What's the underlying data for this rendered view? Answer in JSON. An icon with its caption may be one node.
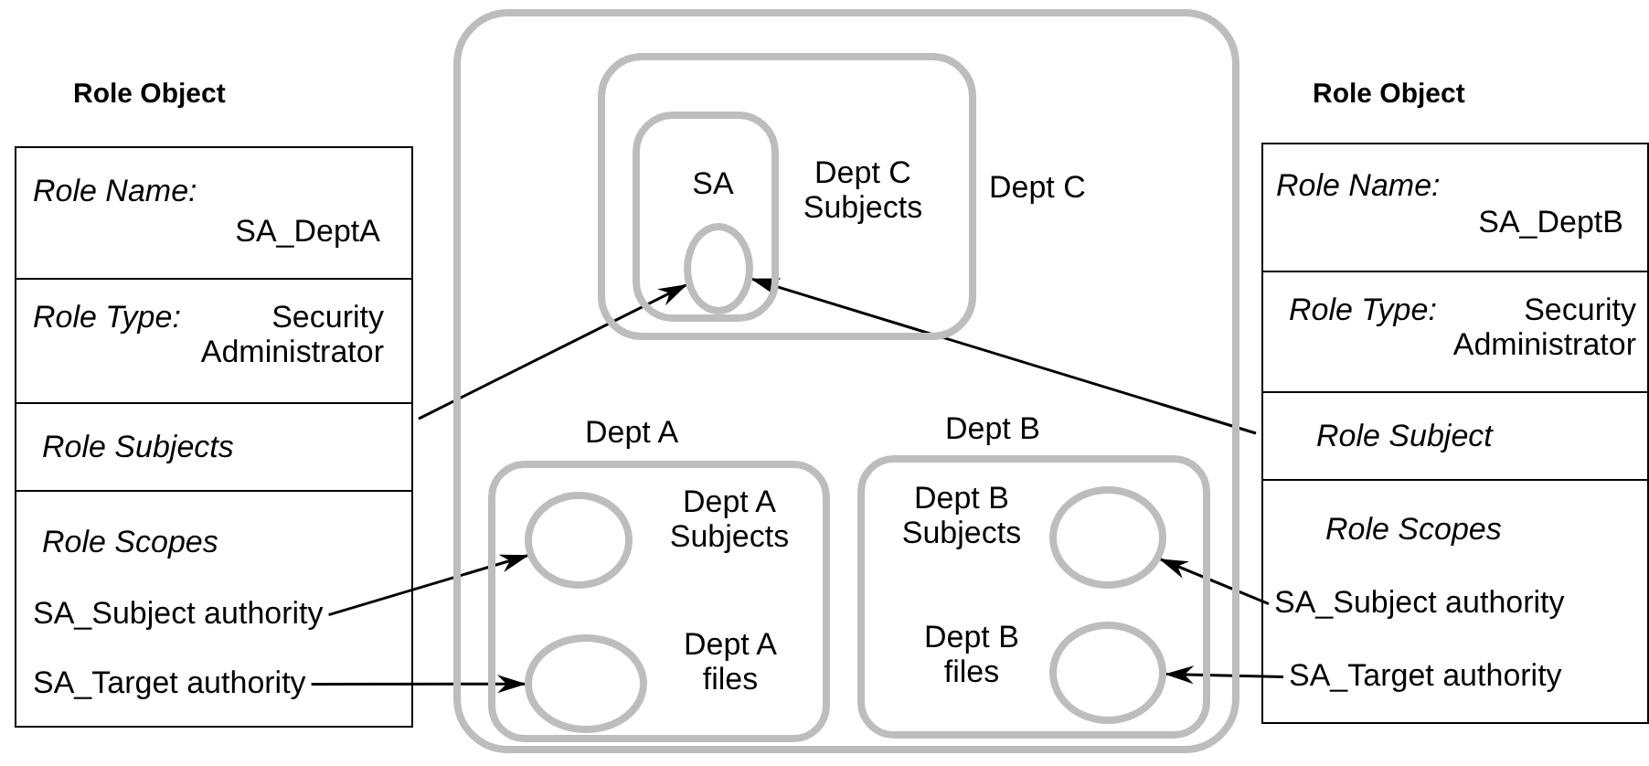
{
  "diagram": {
    "nodes": [
      {
        "text": [
          "Role Object"
        ]
      },
      {
        "text": [
          "Role Name:",
          "SA_DeptA"
        ],
        "in": 0
      },
      {
        "text": [
          "Role Type:",
          "Security Administrator"
        ],
        "in": 0
      },
      {
        "text": [
          "Role Subjects"
        ],
        "in": 0
      },
      {
        "text": [
          "Role Scopes"
        ],
        "in": 0
      },
      {
        "text": [
          "SA_Subject authority"
        ],
        "in": 4
      },
      {
        "text": [
          "SA_Target authority"
        ],
        "in": 4
      },
      {
        "text": [
          "Dept C"
        ]
      },
      {
        "text": [
          "Dept C Subjects"
        ],
        "in": 7
      },
      {
        "text": [
          "SA"
        ],
        "in": 8
      },
      {
        "text": [],
        "shape": "circle",
        "in": 9
      },
      {
        "text": [
          "Dept A"
        ],
        "in": 7
      },
      {
        "text": [],
        "shape": "circle",
        "beside": [
          "Dept A Subjects"
        ],
        "in": 11
      },
      {
        "text": [],
        "shape": "circle",
        "beside": [
          "Dept A files"
        ],
        "in": 11
      },
      {
        "text": [
          "Dept B"
        ],
        "in": 7
      },
      {
        "text": [],
        "shape": "circle",
        "beside": [
          "Dept B Subjects"
        ],
        "in": 14
      },
      {
        "text": [],
        "shape": "circle",
        "beside": [
          "Dept B files"
        ],
        "in": 14
      },
      {
        "text": [
          "Role Object"
        ]
      },
      {
        "text": [
          "Role Name:",
          "SA_DeptB"
        ],
        "in": 17
      },
      {
        "text": [
          "Role Type:",
          "Security Administrator"
        ],
        "in": 17
      },
      {
        "text": [
          "Role Subject"
        ],
        "in": 17
      },
      {
        "text": [
          "Role Scopes"
        ],
        "in": 17
      },
      {
        "text": [
          "SA_Subject authority"
        ],
        "in": 21
      },
      {
        "text": [
          "SA_Target authority"
        ],
        "in": 21
      }
    ],
    "edges": [
      {
        "from": 3,
        "to": 10,
        "arrow": "to"
      },
      {
        "from": 5,
        "to": 12,
        "arrow": "to"
      },
      {
        "from": 6,
        "to": 13,
        "arrow": "to"
      },
      {
        "from": 20,
        "to": 10,
        "arrow": "to"
      },
      {
        "from": 22,
        "to": 15,
        "arrow": "to"
      },
      {
        "from": 23,
        "to": 16,
        "arrow": "to"
      }
    ]
  }
}
